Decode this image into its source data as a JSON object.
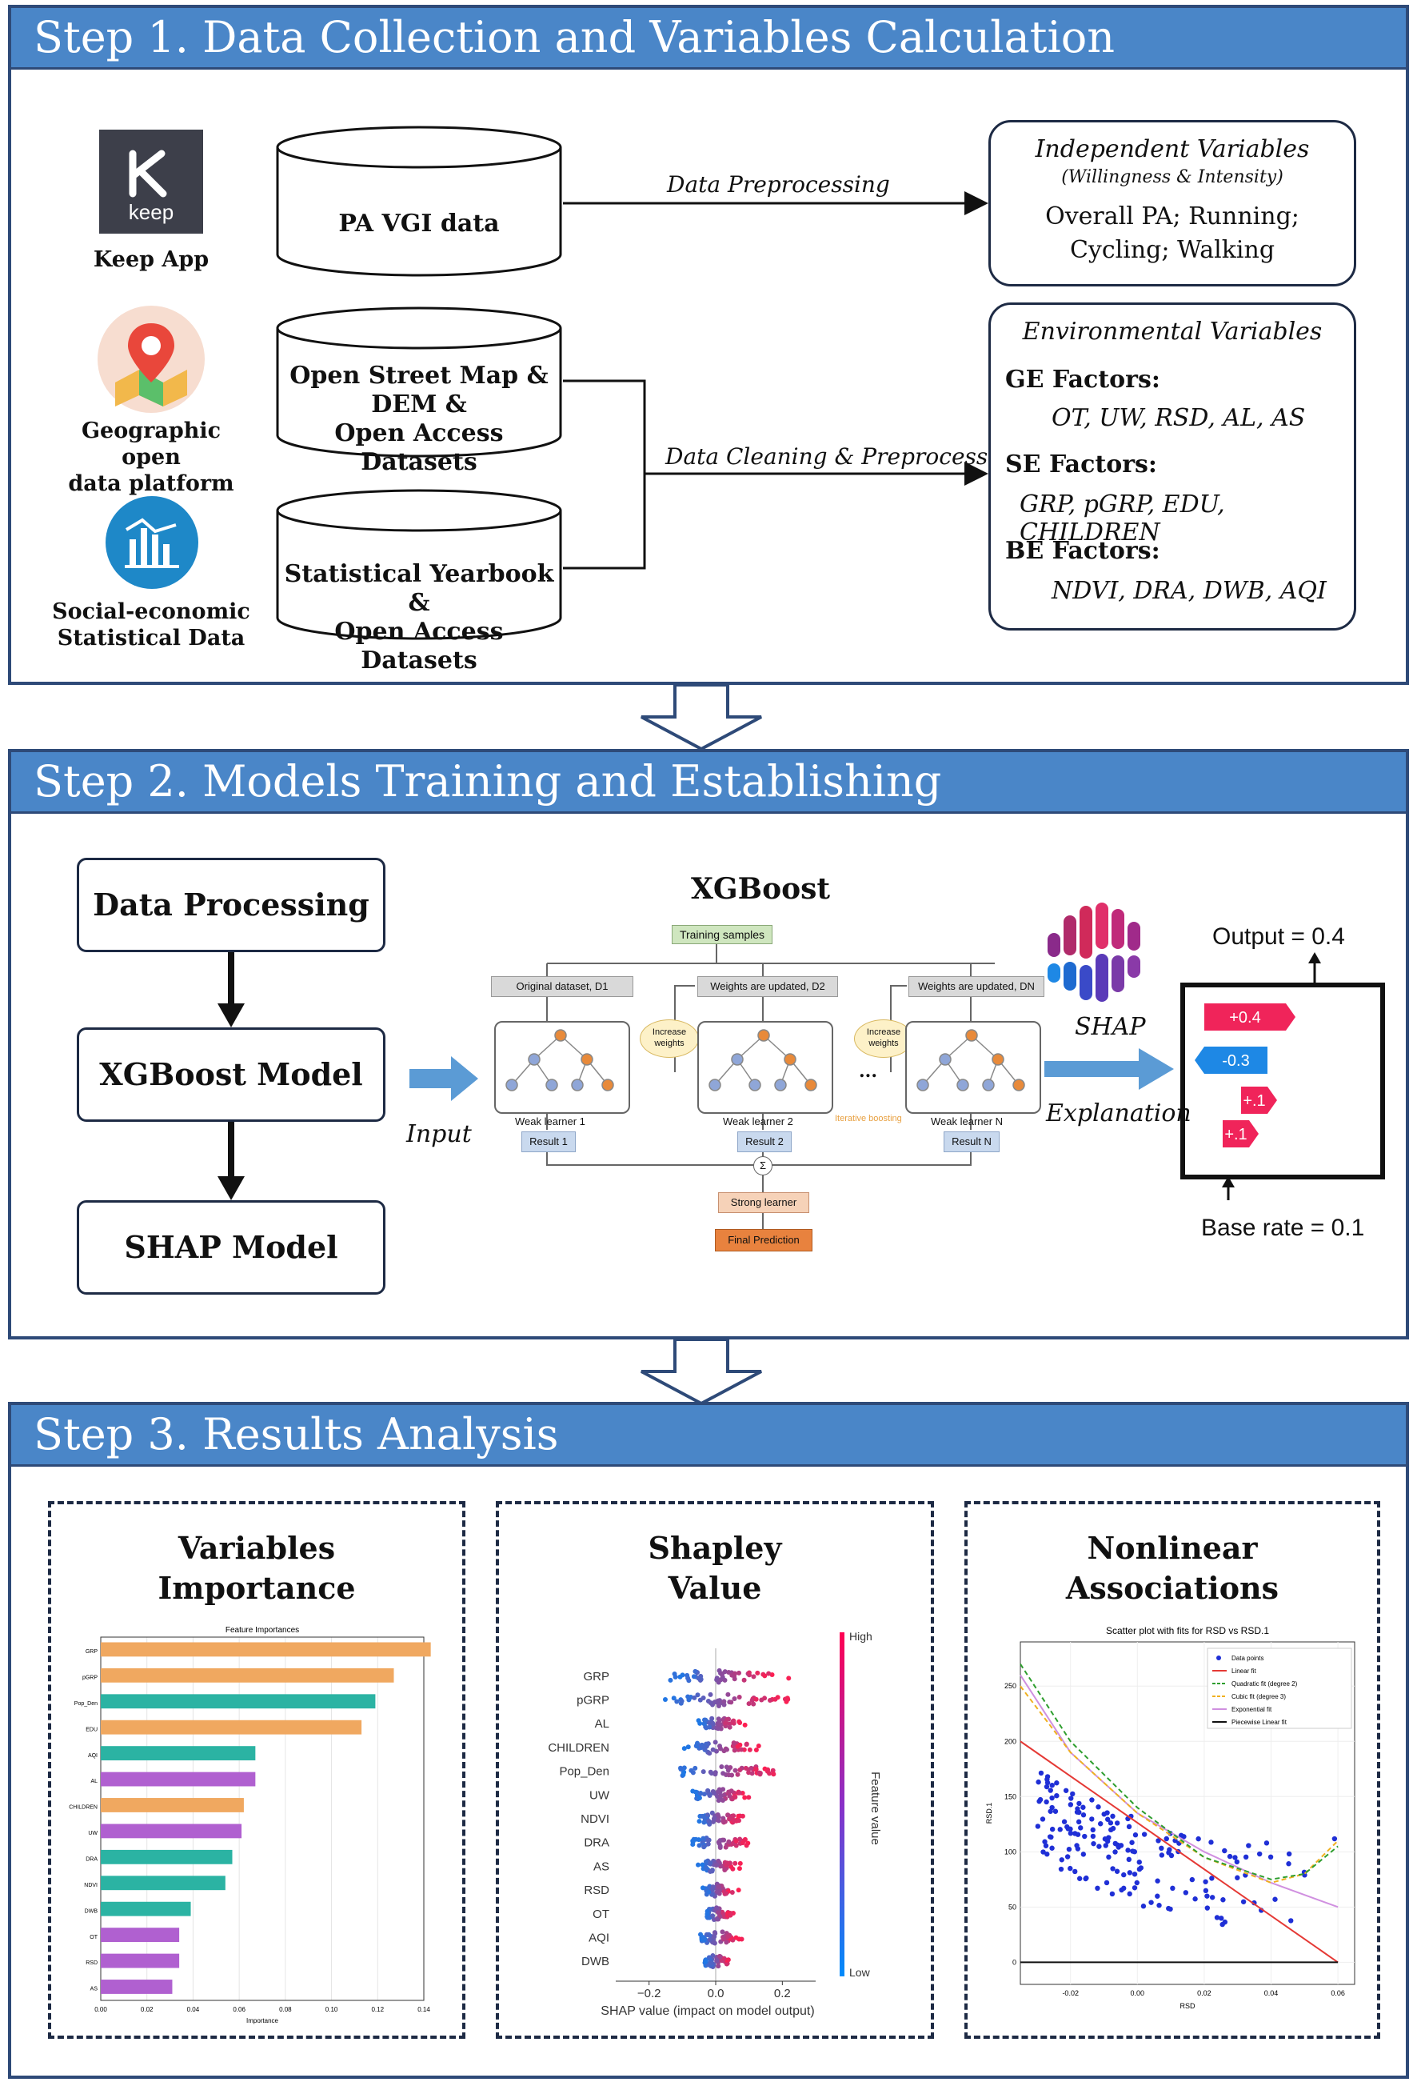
{
  "step1": {
    "header": "Step 1. Data Collection and Variables Calculation",
    "sources": [
      {
        "icon": "keep-app-icon",
        "icon_text": "keep",
        "label": "Keep App"
      },
      {
        "icon": "map-pin-icon",
        "label": "Geographic open\ndata platform"
      },
      {
        "icon": "statistics-chart-icon",
        "label": "Social-economic\nStatistical Data"
      }
    ],
    "datasets": [
      {
        "label": "PA VGI data"
      },
      {
        "label": "Open Street Map &\nDEM &\nOpen Access Datasets"
      },
      {
        "label": "Statistical Yearbook &\nOpen Access Datasets"
      }
    ],
    "arrow1_label": "Data Preprocessing",
    "arrow2_label": "Data Cleaning & Preprocessing",
    "independent": {
      "title": "Independent Variables",
      "subtitle": "(Willingness & Intensity)",
      "line1": "Overall PA; Running;",
      "line2": "Cycling; Walking"
    },
    "environmental": {
      "title": "Environmental Variables",
      "ge_label": "GE Factors:",
      "ge_items": "OT, UW, RSD, AL, AS",
      "se_label": "SE Factors:",
      "se_items": "GRP, pGRP, EDU, CHILDREN",
      "be_label": "BE Factors:",
      "be_items": "NDVI, DRA, DWB, AQI"
    }
  },
  "step2": {
    "header": "Step 2. Models Training and Establishing",
    "flow": [
      "Data Processing",
      "XGBoost Model",
      "SHAP Model"
    ],
    "input_label": "Input",
    "xgboost": {
      "title": "XGBoost",
      "training_samples": "Training samples",
      "original": "Original dataset, D1",
      "updated2": "Weights are updated, D2",
      "updatedN": "Weights are updated, DN",
      "increase": "Increase weights",
      "weak1": "Weak learner 1",
      "weak2": "Weak learner 2",
      "weakN": "Weak learner N",
      "iterative": "Iterative boosting",
      "dots": "...",
      "result1": "Result 1",
      "result2": "Result 2",
      "resultN": "Result N",
      "sigma": "Σ",
      "strong": "Strong learner",
      "final": "Final Prediction"
    },
    "shap_label": "SHAP",
    "explanation_label": "Explanation",
    "waterfall": {
      "output": "Output = 0.4",
      "base": "Base rate = 0.1",
      "bars": [
        {
          "label": "+0.4",
          "value": 0.4,
          "color": "#f0245a"
        },
        {
          "label": "-0.3",
          "value": -0.3,
          "color": "#1e88e5"
        },
        {
          "label": "+.1",
          "value": 0.1,
          "color": "#f0245a"
        },
        {
          "label": "+.1",
          "value": 0.1,
          "color": "#f0245a"
        }
      ]
    }
  },
  "step3": {
    "header": "Step 3. Results Analysis",
    "panel1_title": "Variables\nImportance",
    "panel2_title": "Shapley\nValue",
    "panel3_title": "Nonlinear\nAssociations"
  },
  "chart_data": [
    {
      "type": "bar",
      "orientation": "horizontal",
      "title": "Feature Importances",
      "xlabel": "Importance",
      "xlim": [
        0,
        0.14
      ],
      "xticks": [
        "0.00",
        "0.02",
        "0.04",
        "0.06",
        "0.08",
        "0.10",
        "0.12",
        "0.14"
      ],
      "categories": [
        "GRP",
        "pGRP",
        "Pop_Den",
        "EDU",
        "AQI",
        "AL",
        "CHILDREN",
        "UW",
        "DRA",
        "NDVI",
        "DWB",
        "OT",
        "RSD",
        "AS"
      ],
      "values": [
        0.143,
        0.127,
        0.119,
        0.113,
        0.067,
        0.067,
        0.062,
        0.061,
        0.057,
        0.054,
        0.039,
        0.034,
        0.034,
        0.031
      ],
      "colors": [
        "#f0a860",
        "#f0a860",
        "#2bb3a3",
        "#f0a860",
        "#2bb3a3",
        "#b060d0",
        "#f0a860",
        "#b060d0",
        "#2bb3a3",
        "#2bb3a3",
        "#2bb3a3",
        "#b060d0",
        "#b060d0",
        "#b060d0"
      ]
    },
    {
      "type": "scatter",
      "subtype": "shap-beeswarm",
      "xlabel": "SHAP value (impact on model output)",
      "ylabel": "Feature value",
      "colorbar_high": "High",
      "colorbar_low": "Low",
      "xlim": [
        -0.3,
        0.3
      ],
      "xticks": [
        "−0.2",
        "0.0",
        "0.2"
      ],
      "features": [
        "GRP",
        "pGRP",
        "AL",
        "CHILDREN",
        "Pop_Den",
        "UW",
        "NDVI",
        "DRA",
        "AS",
        "RSD",
        "OT",
        "AQI",
        "DWB"
      ],
      "spread": [
        0.2,
        0.22,
        0.08,
        0.12,
        0.2,
        0.1,
        0.08,
        0.1,
        0.07,
        0.06,
        0.05,
        0.08,
        0.05
      ]
    },
    {
      "type": "scatter",
      "title": "Scatter plot with fits for RSD vs RSD.1",
      "xlabel": "RSD",
      "ylabel": "RSD.1",
      "xlim": [
        -0.035,
        0.065
      ],
      "ylim": [
        -20,
        290
      ],
      "xticks": [
        "-0.02",
        "0.00",
        "0.02",
        "0.04",
        "0.06"
      ],
      "yticks": [
        "0",
        "50",
        "100",
        "150",
        "200",
        "250"
      ],
      "legend": [
        "Data points",
        "Linear fit",
        "Quadratic fit (degree 2)",
        "Cubic fit (degree 3)",
        "Exponential fit",
        "Piecewise Linear fit"
      ],
      "legend_colors": [
        "#1f2fd6",
        "#e53935",
        "#2e9e2e",
        "#f0b020",
        "#d090e0",
        "#111111"
      ],
      "linear": [
        [
          -0.035,
          200
        ],
        [
          0.06,
          0
        ]
      ],
      "quadratic": [
        [
          -0.035,
          270
        ],
        [
          -0.02,
          200
        ],
        [
          0.0,
          140
        ],
        [
          0.02,
          95
        ],
        [
          0.04,
          75
        ],
        [
          0.05,
          80
        ],
        [
          0.06,
          105
        ]
      ],
      "cubic": [
        [
          -0.035,
          250
        ],
        [
          -0.02,
          190
        ],
        [
          0.0,
          135
        ],
        [
          0.02,
          95
        ],
        [
          0.04,
          72
        ],
        [
          0.05,
          80
        ],
        [
          0.06,
          110
        ]
      ],
      "exponential": [
        [
          -0.035,
          260
        ],
        [
          -0.02,
          190
        ],
        [
          0.0,
          135
        ],
        [
          0.02,
          100
        ],
        [
          0.04,
          72
        ],
        [
          0.06,
          50
        ]
      ],
      "piecewise": [
        [
          -0.035,
          0
        ],
        [
          0.06,
          0
        ]
      ]
    }
  ]
}
